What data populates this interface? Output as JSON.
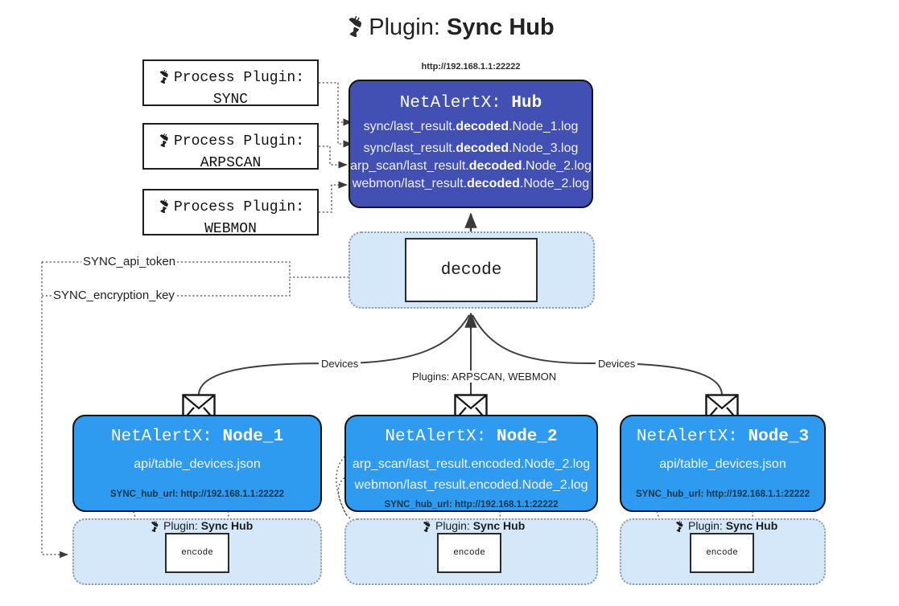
{
  "title": {
    "icon": "plug-icon",
    "prefix": "Plugin:",
    "name": "Sync Hub"
  },
  "process_plugins": [
    {
      "icon": "plug-icon",
      "line1": "Process Plugin:",
      "line2": "SYNC"
    },
    {
      "icon": "plug-icon",
      "line1": "Process Plugin:",
      "line2": "ARPSCAN"
    },
    {
      "icon": "plug-icon",
      "line1": "Process Plugin:",
      "line2": "WEBMON"
    }
  ],
  "hub": {
    "url": "http://192.168.1.1:22222",
    "title_prefix": "NetAlertX:",
    "title_name": "Hub",
    "logs": [
      {
        "pre": "sync/last_result.",
        "mid": "decoded",
        "post": ".Node_1.log"
      },
      {
        "pre": "sync/last_result.",
        "mid": "decoded",
        "post": ".Node_3.log"
      },
      {
        "pre": "arp_scan/last_result.",
        "mid": "decoded",
        "post": ".Node_2.log"
      },
      {
        "pre": "webmon/last_result.",
        "mid": "decoded",
        "post": ".Node_2.log"
      }
    ]
  },
  "decode": {
    "label": "decode"
  },
  "config_wires": [
    {
      "label": "SYNC_api_token"
    },
    {
      "label": "SYNC_encryption_key"
    }
  ],
  "edge_labels": {
    "devices_left": "Devices",
    "plugins_center": "Plugins: ARPSCAN, WEBMON",
    "devices_right": "Devices"
  },
  "nodes": [
    {
      "icon": "envelope-icon",
      "title_prefix": "NetAlertX:",
      "title_name": "Node_1",
      "lines": [
        "api/table_devices.json"
      ],
      "url_label": "SYNC_hub_url: http://192.168.1.1:22222",
      "plugin_zone": {
        "icon": "plug-icon",
        "prefix": "Plugin:",
        "name": "Sync Hub",
        "box_label": "encode"
      }
    },
    {
      "icon": "envelope-icon",
      "title_prefix": "NetAlertX:",
      "title_name": "Node_2",
      "lines": [
        "arp_scan/last_result.encoded.Node_2.log",
        "webmon/last_result.encoded.Node_2.log"
      ],
      "url_label": "SYNC_hub_url: http://192.168.1.1:22222",
      "plugin_zone": {
        "icon": "plug-icon",
        "prefix": "Plugin:",
        "name": "Sync Hub",
        "box_label": "encode"
      }
    },
    {
      "icon": "envelope-icon",
      "title_prefix": "NetAlertX:",
      "title_name": "Node_3",
      "lines": [
        "api/table_devices.json"
      ],
      "url_label": "SYNC_hub_url: http://192.168.1.1:22222",
      "plugin_zone": {
        "icon": "plug-icon",
        "prefix": "Plugin:",
        "name": "Sync Hub",
        "box_label": "encode"
      }
    }
  ],
  "colors": {
    "hub_fill": "#4250b4",
    "node_fill": "#2e9bf0",
    "zone_fill": "#d4e8fa",
    "stroke": "#2b2b2b",
    "dotted": "#8d9aa6"
  }
}
